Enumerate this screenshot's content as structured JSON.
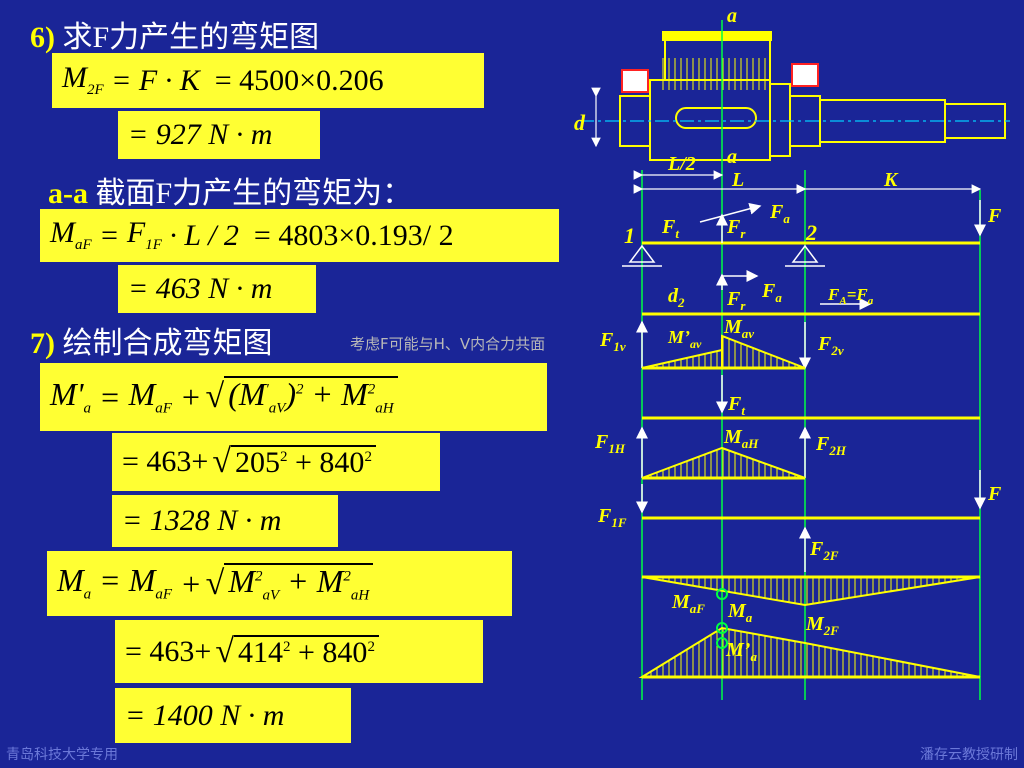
{
  "heading6": {
    "num": "6)",
    "text": "求F力产生的弯矩图"
  },
  "eq1": {
    "lhs_main": "M",
    "lhs_sub": "2F",
    "rhs1": "= F · K",
    "rhs2": "= 4500×0.206"
  },
  "eq1b": {
    "text": "= 927  N · m"
  },
  "section_aa": {
    "label": "a-a",
    "text": "截面F力产生的弯矩为："
  },
  "eq2": {
    "lhs_main": "M",
    "lhs_sub": "aF",
    "f_main": "F",
    "f_sub": "1F",
    "rest": "· L / 2",
    "rhs": "= 4803×0.193/ 2"
  },
  "eq2b": {
    "text": "= 463  N · m"
  },
  "heading7": {
    "num": "7)",
    "text": "绘制合成弯矩图"
  },
  "note": "考虑F可能与H、V内合力共面",
  "eq3": {
    "lhs": "M'",
    "lhs_sub": "a",
    "maf": "M",
    "maf_sub": "aF",
    "plus": "+",
    "m1": "(M",
    "m1_sup": "'",
    "m1_sub": "aV",
    "m1_close": ")",
    "sq": "2",
    "m2": "+ M",
    "m2_sup": "2",
    "m2_sub": "aH"
  },
  "eq3b": {
    "pre": "= 463+",
    "rad_a": "205",
    "sup_a": "2",
    "plus": "+ 840",
    "sup_b": "2"
  },
  "eq3c": {
    "text": "= 1328  N · m"
  },
  "eq4": {
    "lhs": "M",
    "lhs_sub": "a",
    "maf": "= M",
    "maf_sub": "aF",
    "plus": "+",
    "m1": "M",
    "m1_sup": "2",
    "m1_sub": "aV",
    "m2": "+ M",
    "m2_sup": "2",
    "m2_sub": "aH"
  },
  "eq4b": {
    "pre": "= 463+",
    "rad_a": "414",
    "sup_a": "2",
    "plus": "+ 840",
    "sup_b": "2"
  },
  "eq4c": {
    "text": "= 1400  N · m"
  },
  "footer_left": "青岛科技大学专用",
  "footer_right": "潘存云教授研制",
  "diagram": {
    "sec_top": "a",
    "sec_bot": "a",
    "d": "d",
    "L2": "L/2",
    "L": "L",
    "K": "K",
    "n1": "1",
    "n2": "2",
    "Ft": "F",
    "Ft_sub": "t",
    "Fr": "F",
    "Fr_sub": "r",
    "Fa": "F",
    "Fa_sub": "a",
    "F_top": "F",
    "d2": "d",
    "d2_sub": "2",
    "Fr2": "F",
    "Fr2_sub": "r",
    "Fa2": "F",
    "Fa2_sub": "a",
    "FA": "F",
    "FA_sub": "A",
    "FA_eq": "=F",
    "FA_eq_sub": "a",
    "F1v": "F",
    "F1v_sub": "1v",
    "Mav_p": "M’",
    "Mav_p_sub": "av",
    "Mav": "M",
    "Mav_sub": "av",
    "F2v": "F",
    "F2v_sub": "2v",
    "Ft2": "F",
    "Ft2_sub": "t",
    "F1H": "F",
    "F1H_sub": "1H",
    "MaH": "M",
    "MaH_sub": "aH",
    "F2H": "F",
    "F2H_sub": "2H",
    "F_mid": "F",
    "F1F": "F",
    "F1F_sub": "1F",
    "F2F": "F",
    "F2F_sub": "2F",
    "MaF": "M",
    "MaF_sub": "aF",
    "Ma": "M",
    "Ma_sub": "a",
    "M2F": "M",
    "M2F_sub": "2F",
    "Map": "M’",
    "Map_sub": "a"
  }
}
